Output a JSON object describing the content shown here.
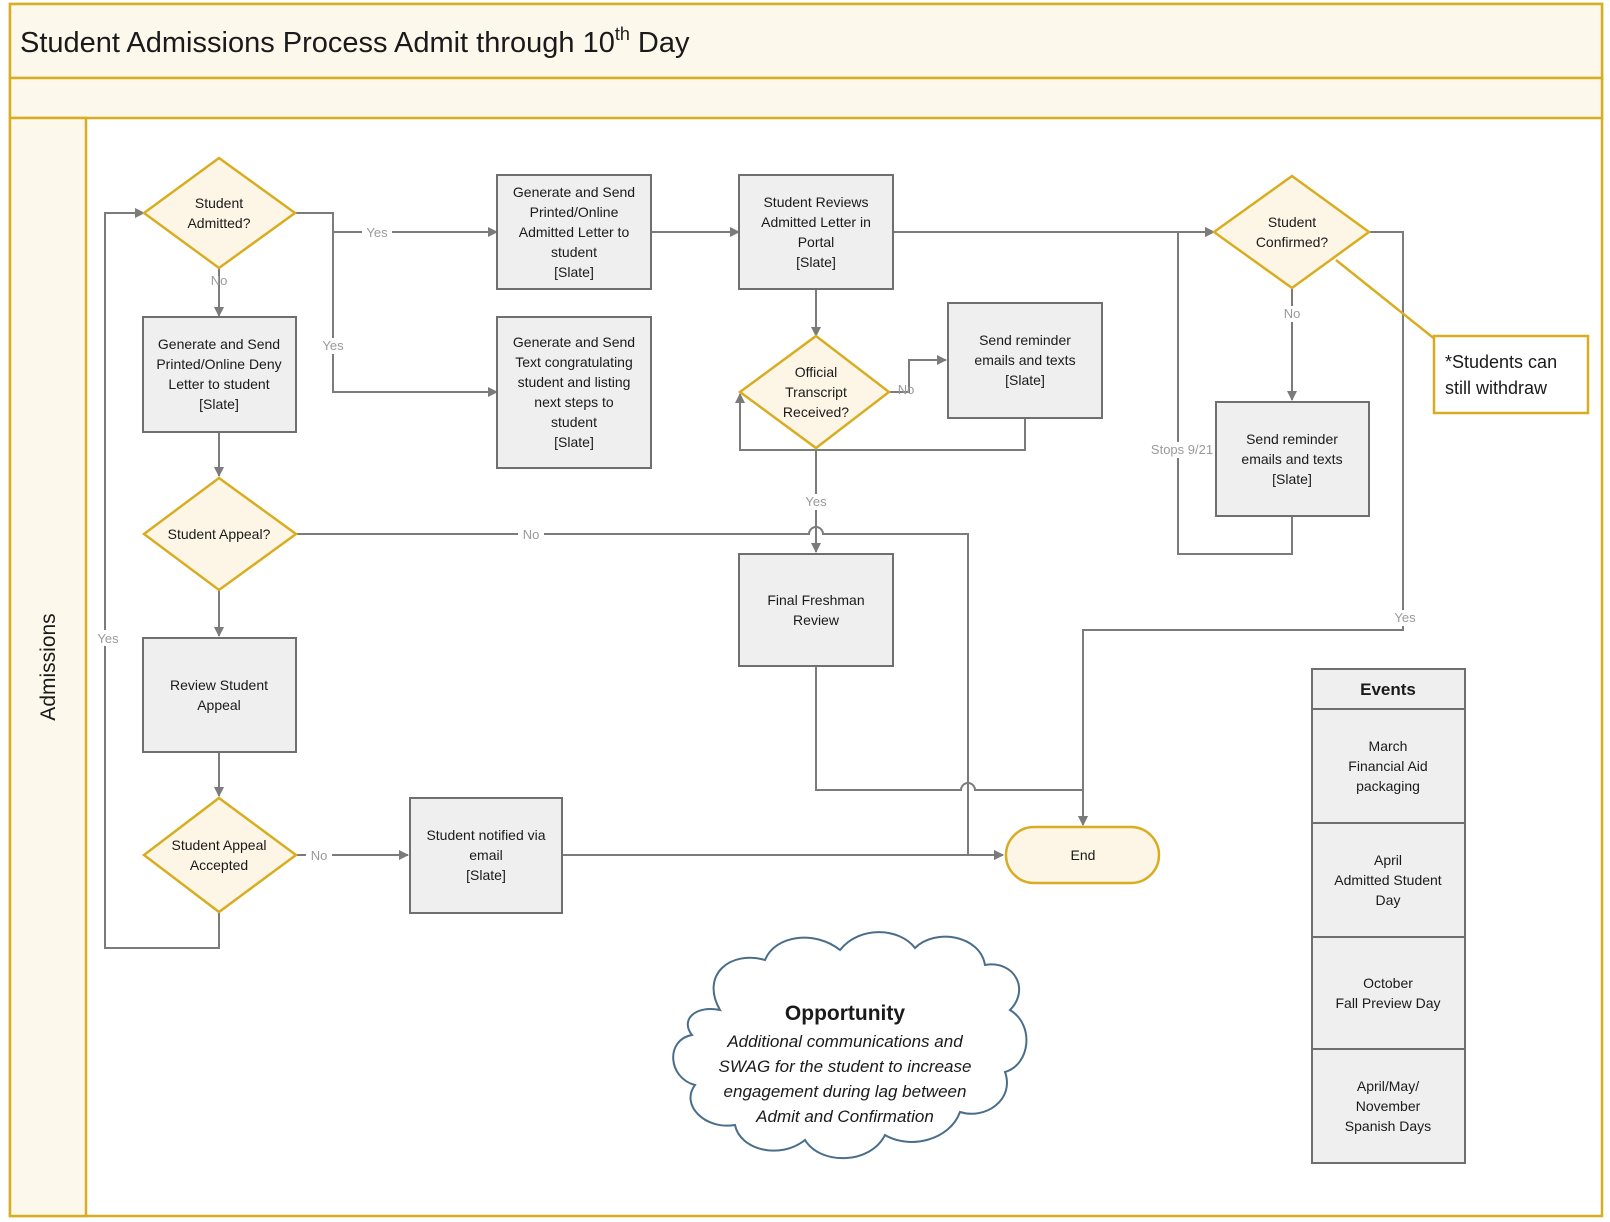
{
  "title": {
    "main": "Student Admissions Process Admit through 10",
    "sup": "th",
    "tail": " Day"
  },
  "lane": {
    "label": "Admissions"
  },
  "colors": {
    "decision_stroke": "#d8ad22",
    "decision_fill": "#fdf6e6",
    "process_fill": "#efefef",
    "process_stroke": "#6f6f6f",
    "frame": "#d8ad22",
    "cloud_stroke": "#4a6e8a"
  },
  "nodes": {
    "admitted": {
      "lines": [
        "Student",
        "Admitted?"
      ]
    },
    "gen_admit": {
      "lines": [
        "Generate and Send",
        "Printed/Online",
        "Admitted Letter to",
        "student",
        "[Slate]"
      ]
    },
    "reviews": {
      "lines": [
        "Student Reviews",
        "Admitted Letter in",
        "Portal",
        "[Slate]"
      ]
    },
    "confirmed": {
      "lines": [
        "Student",
        "Confirmed?"
      ]
    },
    "gen_deny": {
      "lines": [
        "Generate and Send",
        "Printed/Online Deny",
        "Letter to student",
        "[Slate]"
      ]
    },
    "gen_text": {
      "lines": [
        "Generate and Send",
        "Text congratulating",
        "student and listing",
        "next steps to",
        "student",
        "[Slate]"
      ]
    },
    "transcript": {
      "lines": [
        "Official",
        "Transcript",
        "Received?"
      ]
    },
    "remind1": {
      "lines": [
        "Send reminder",
        "emails and texts",
        "[Slate]"
      ]
    },
    "remind2": {
      "lines": [
        "Send reminder",
        "emails and texts",
        "[Slate]"
      ]
    },
    "appeal": {
      "lines": [
        "Student Appeal?"
      ]
    },
    "final_review": {
      "lines": [
        "Final Freshman",
        "Review"
      ]
    },
    "review_appeal": {
      "lines": [
        "Review Student",
        "Appeal"
      ]
    },
    "appeal_accepted": {
      "lines": [
        "Student Appeal",
        "Accepted"
      ]
    },
    "notified": {
      "lines": [
        "Student notified via",
        "email",
        "[Slate]"
      ]
    },
    "end": {
      "lines": [
        "End"
      ]
    }
  },
  "edge_labels": {
    "yes1": "Yes",
    "no1": "No",
    "yes2": "Yes",
    "no_transcript": "No",
    "yes_transcript": "Yes",
    "no_appeal": "No",
    "yes_loop": "Yes",
    "no_accepted": "No",
    "no_confirmed": "No",
    "stops": "Stops 9/21",
    "yes_confirmed": "Yes"
  },
  "note": {
    "lines": [
      "*Students can",
      "still withdraw"
    ]
  },
  "opportunity": {
    "title": "Opportunity",
    "lines": [
      "Additional communications and",
      "SWAG for the student to increase",
      "engagement during lag between",
      "Admit and Confirmation"
    ]
  },
  "events": {
    "header": "Events",
    "items": [
      {
        "lines": [
          "March",
          "Financial Aid",
          "packaging"
        ]
      },
      {
        "lines": [
          "April",
          "Admitted Student",
          "Day"
        ]
      },
      {
        "lines": [
          "October",
          "Fall Preview Day"
        ]
      },
      {
        "lines": [
          "April/May/",
          "November",
          "Spanish Days"
        ]
      }
    ]
  }
}
